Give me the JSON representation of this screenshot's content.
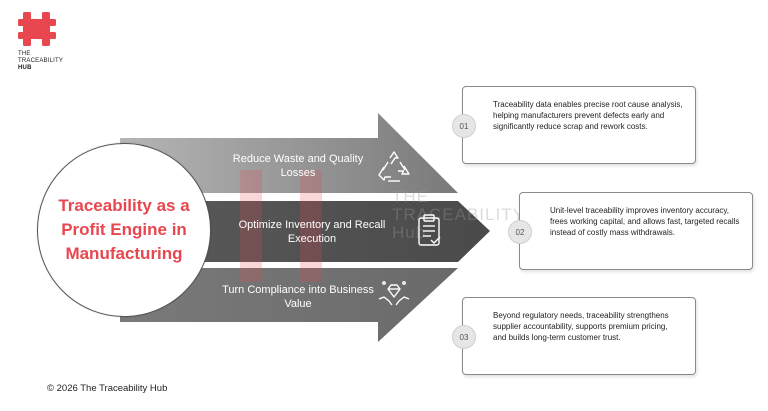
{
  "logo": {
    "line1": "THE",
    "line2": "TRACEABILITY",
    "line3": "HUB"
  },
  "center": {
    "title": "Traceability as a Profit Engine in Manufacturing"
  },
  "arrows": [
    {
      "label": "Reduce Waste and Quality Losses",
      "icon": "recycle-icon"
    },
    {
      "label": "Optimize Inventory and Recall Execution",
      "icon": "clipboard-icon"
    },
    {
      "label": "Turn Compliance into Business Value",
      "icon": "value-hands-icon"
    }
  ],
  "cards": [
    {
      "number": "01",
      "text": "Traceability data enables precise root cause analysis, helping manufacturers prevent defects early and significantly reduce scrap and rework costs."
    },
    {
      "number": "02",
      "text": "Unit-level traceability improves inventory accuracy, frees working capital, and allows fast, targeted recalls instead of costly mass withdrawals."
    },
    {
      "number": "03",
      "text": "Beyond regulatory needs, traceability strengthens supplier accountability, supports premium pricing, and builds long-term customer trust."
    }
  ],
  "watermark": {
    "line1": "THE",
    "line2": "TRACEABILITY",
    "line3": "Hub"
  },
  "footer": {
    "text": "© 2026 The Traceability Hub"
  },
  "colors": {
    "accent": "#e8474f",
    "arrow_dark": "#4a4a4a",
    "arrow_mid": "#6b6b6b"
  }
}
